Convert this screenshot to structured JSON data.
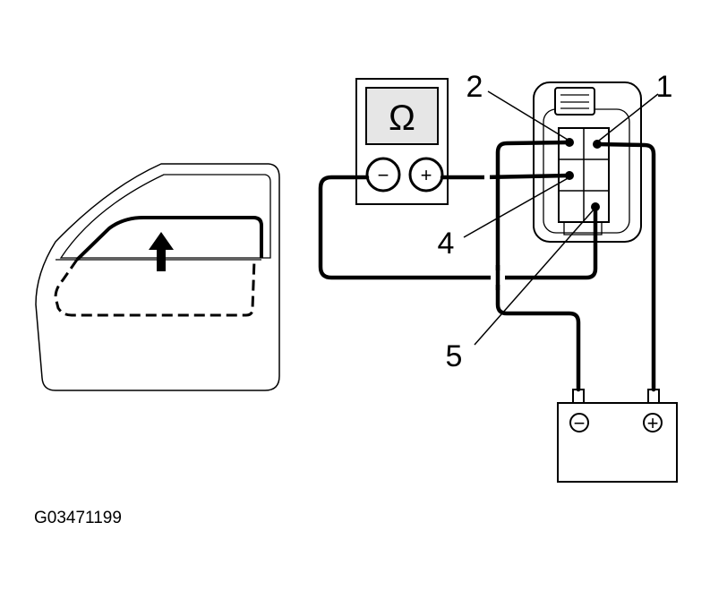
{
  "diagram": {
    "meter_symbol": "Ω",
    "meter_minus": "−",
    "meter_plus": "+",
    "battery_minus": "−",
    "battery_plus": "+",
    "labels": {
      "p1": "1",
      "p2": "2",
      "p4": "4",
      "p5": "5"
    },
    "figure_code": "G03471199"
  },
  "colors": {
    "line": "#000000",
    "fill": "#ffffff",
    "meter_screen": "#e6e6e6"
  }
}
